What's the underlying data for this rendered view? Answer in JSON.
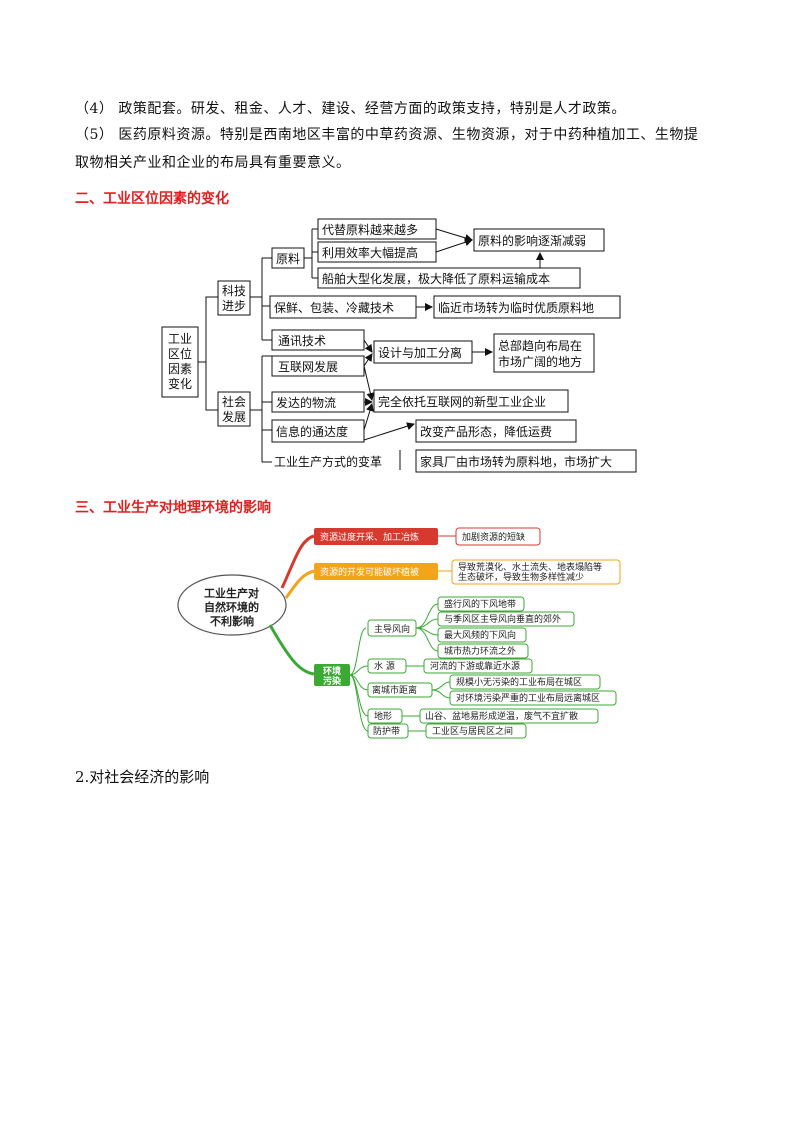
{
  "paragraphs": {
    "p4": "（4） 政策配套。研发、租金、人才、建设、经营方面的政策支持，特别是人才政策。",
    "p5_line1": "（5） 医药原料资源。特别是西南地区丰富的中草药资源、生物资源，对于中药种植加工、生物提",
    "p5_line2": "取物相关产业和企业的布局具有重要意义。"
  },
  "section2": {
    "title": "二、工业区位因素的变化",
    "diagram": {
      "root": [
        "工业",
        "区位",
        "因素",
        "变化"
      ],
      "branch_tech": [
        "科技",
        "进步"
      ],
      "branch_social": [
        "社会",
        "发展"
      ],
      "raw_material": "原料",
      "rm_items": [
        "代替原料越来越多",
        "利用效率大幅提高",
        "船舶大型化发展，极大降低了原料运输成本"
      ],
      "rm_result": "原料的影响逐渐减弱",
      "preservation": "保鲜、包装、冷藏技术",
      "preservation_result": "临近市场转为临时优质原料地",
      "comm": "通讯技术",
      "internet": "互联网发展",
      "design_sep": "设计与加工分离",
      "market_result": [
        "总部趋向布局在",
        "市场广阔的地方"
      ],
      "logistics": "发达的物流",
      "new_enterprise": "完全依托互联网的新型工业企业",
      "info": "信息的通达度",
      "product_change": "改变产品形态，降低运费",
      "prod_method": "工业生产方式的变革",
      "furniture": "家具厂由市场转为原料地，市场扩大"
    }
  },
  "section3": {
    "title": "三、工业生产对地理环境的影响",
    "mindmap": {
      "center": [
        "工业生产对",
        "自然环境的",
        "不利影响"
      ],
      "red_branch": "资源过度开采、加工冶炼",
      "red_leaf": "加剧资源的短缺",
      "orange_branch": "资源的开发可能破坏植被",
      "orange_leaf": [
        "导致荒漠化、水土流失、地表塌陷等",
        "生态破坏，导致生物多样性减少"
      ],
      "green_branch": [
        "环境",
        "污染"
      ],
      "green_subs": {
        "wind": "主导风向",
        "wind_leaves": [
          "盛行风的下风地带",
          "与季风区主导风向垂直的郊外",
          "最大风频的下风向",
          "城市热力环流之外"
        ],
        "water": "水 源",
        "water_leaf": "河流的下游或靠近水源",
        "distance": "离城市距离",
        "distance_leaves": [
          "规模小无污染的工业布局在城区",
          "对环境污染严重的工业布局远离城区"
        ],
        "terrain": "地形",
        "terrain_leaf": "山谷、盆地易形成逆温，废气不宜扩散",
        "belt": "防护带",
        "belt_leaf": "工业区与居民区之间"
      }
    }
  },
  "section_next": {
    "title": "2.对社会经济的影响"
  },
  "colors": {
    "heading": "#e02020",
    "red": "#d63a2e",
    "orange": "#f2a51a",
    "green": "#3aaa35"
  }
}
